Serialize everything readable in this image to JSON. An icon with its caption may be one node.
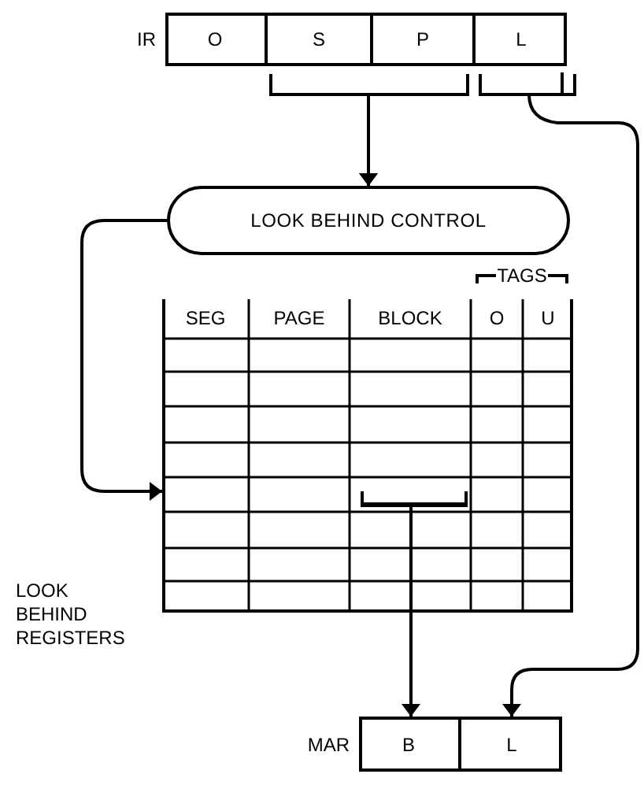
{
  "diagram": {
    "nodes": [
      {
        "text": [
          "IR"
        ]
      },
      {
        "text": [
          "O"
        ],
        "in": 0
      },
      {
        "text": [
          "S"
        ],
        "in": 0
      },
      {
        "text": [
          "P"
        ],
        "in": 0
      },
      {
        "text": [
          "L"
        ],
        "in": 0
      },
      {
        "text": [
          "LOOK BEHIND CONTROL"
        ]
      },
      {
        "text": [
          "SEG",
          "PAGE",
          "BLOCK",
          "TAGS",
          "O",
          "U"
        ],
        "beside": [
          "LOOK BEHIND REGISTERS"
        ]
      },
      {
        "text": [],
        "shape": "bar",
        "in": 6
      },
      {
        "text": [
          "MAR"
        ]
      },
      {
        "text": [
          "B"
        ],
        "in": 8
      },
      {
        "text": [
          "L"
        ],
        "in": 8
      }
    ],
    "edges": [
      {
        "from": 2,
        "to": 5,
        "arrow": "to"
      },
      {
        "from": 3,
        "to": 5,
        "arrow": "to"
      },
      {
        "from": 4,
        "to": 10,
        "arrow": "to"
      },
      {
        "from": 5,
        "to": 6,
        "arrow": "to"
      },
      {
        "from": 7,
        "to": 9,
        "arrow": "to"
      }
    ]
  }
}
